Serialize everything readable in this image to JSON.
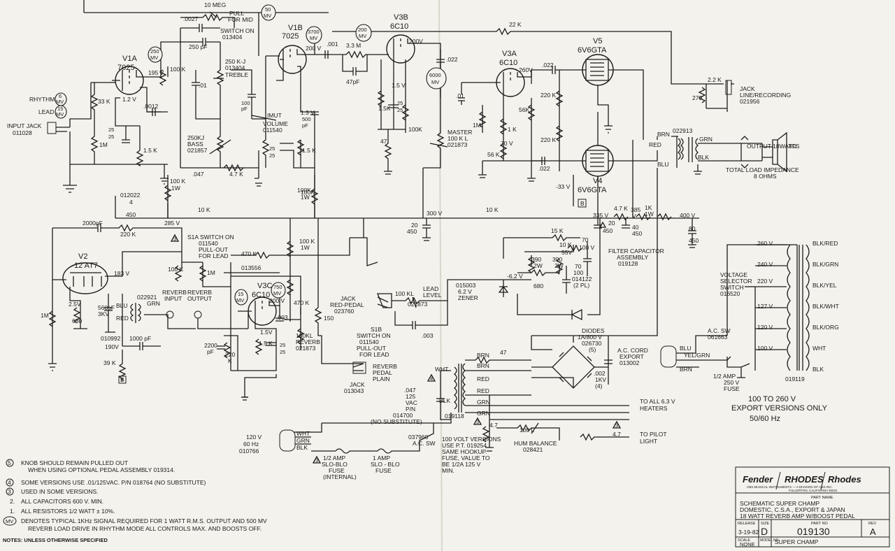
{
  "labels": {
    "input_jack": [
      "INPUT JACK",
      "011028"
    ],
    "rhythm": "RHYTHM",
    "lead": "LEAD",
    "mv_rhythm": [
      "6",
      "MV"
    ],
    "mv_lead": [
      "15",
      "MV"
    ],
    "v1a": [
      "V1A",
      "7025"
    ],
    "v1b": [
      "V1B",
      "7025"
    ],
    "v3b": [
      "V3B",
      "6C10"
    ],
    "v3a": [
      "V3A",
      "6C10"
    ],
    "v3c": [
      "V3C",
      "6C10"
    ],
    "v2": [
      "V2",
      "12 AT7"
    ],
    "v5": [
      "V5",
      "6V6GTA"
    ],
    "v4": [
      "V4",
      "6V6GTA"
    ],
    "mv_250": [
      "250",
      "MV"
    ],
    "mv_50": [
      "50",
      "MV"
    ],
    "mv_3700": [
      "3700",
      "MV"
    ],
    "mv_200": [
      "200",
      "MV"
    ],
    "mv_6000": [
      "6000",
      "MV"
    ],
    "mv_15b": [
      "15",
      "MV"
    ],
    "mv_750": [
      "750",
      "MV"
    ],
    "pot_10meg": "10 MEG",
    "pull_mid": [
      "PULL",
      "FOR MID"
    ],
    "switch_on": [
      "SWITCH ON",
      "013404"
    ],
    "c0027": ".0027",
    "c250pf": "250 pF",
    "treble": [
      "250 K-J",
      "013404",
      "TREBLE"
    ],
    "c01": ".01",
    "c100pf": [
      "100",
      "pF"
    ],
    "bass": [
      "250KJ",
      "BASS",
      "021857"
    ],
    "c047": ".047",
    "r47k": "4.7 K",
    "volume": [
      "IMUT",
      "VOLUME",
      "011540"
    ],
    "c0012": ".0012",
    "r33k": "33 K",
    "r1m": "1M",
    "r15k": "1.5 K",
    "c25": [
      "25",
      "25"
    ],
    "v195": "195 V",
    "v12": "1.2 V",
    "r100k": "100 K",
    "v200": "200 V",
    "c001": ".001",
    "r33m": "3.3 M",
    "c47pf": "47pF",
    "v13": "1.3 V",
    "c500pf": [
      "500",
      "pF"
    ],
    "r100k1w": [
      "100 K",
      "1W"
    ],
    "r100k1w_b": [
      "100K",
      "1W"
    ],
    "r100k1w_c": [
      "100 K",
      "1W"
    ],
    "c022a": ".022",
    "v200b": "200V",
    "v15": "1.5 V",
    "c25b": [
      "25",
      "25"
    ],
    "r15kb": "1.5K",
    "r100kb": "100K",
    "r47": "47",
    "master": [
      "MASTER",
      "100 K L",
      "021873"
    ],
    "r22k": "22 K",
    "v260": "260V",
    "c022b": ".022",
    "c022c": ".022",
    "r220ka": "220 K",
    "r220kb": "220 K",
    "r56k": "56K",
    "r56kb": "56 K",
    "r1k": "1 K",
    "v70": "70 V",
    "r1mb": "1M",
    "c01b": ".01",
    "vneg33": "-33 V",
    "jack_line": [
      "JACK",
      "LINE/RECORDING",
      "021956"
    ],
    "r22kb": "2.2 K",
    "r270": "270",
    "trans_out": "022913",
    "wire_brn": "BRN",
    "wire_red": "RED",
    "wire_blu": "BLU",
    "wire_grn": "GRN",
    "wire_blk": "BLK",
    "output": [
      "OUTPUT 18WATTS",
      "TOTAL LOAD IMPEDANCE",
      "8 OHMS"
    ],
    "ohm8": "8Ω",
    "c012022": [
      "012022",
      "4",
      "450"
    ],
    "v285": "285 V",
    "r10k": "10 K",
    "v300": "300 V",
    "r10kb": "10 K",
    "c20": [
      "20",
      "450"
    ],
    "v335": "335 V",
    "r47kb": "4.7 K",
    "v385": [
      "385",
      "V"
    ],
    "r1k1w": [
      "1K",
      "1W"
    ],
    "v400": "400 V",
    "c80": [
      "80",
      "450"
    ],
    "c20b": [
      "20",
      "450"
    ],
    "c40": [
      "40",
      "450"
    ],
    "filter": [
      "FILTER CAPACITOR",
      "ASSEMBLY",
      "019128"
    ],
    "b_box": "B",
    "c2000pf": "2000pF",
    "r220kc": "220 K",
    "s1a": [
      "S1A SWITCH ON",
      "011540",
      "PULL-OUT",
      "FOR LEAD"
    ],
    "r470k": "470 K",
    "v183": "183 V",
    "c013556": "013556",
    "r100kc": "100 K",
    "reverb_in": [
      "REVERB",
      "INPUT"
    ],
    "reverb_out": [
      "REVERB",
      "OUTPUT"
    ],
    "trans_rev": "022921",
    "wire_grn2": "GRN",
    "wire_blu2": "BLU",
    "wire_red2": "RED",
    "trans_rev2": "010992",
    "v25": "2.5V",
    "r680": "680",
    "c560pf": [
      "560pF",
      "3KV"
    ],
    "v190": "190V",
    "c1000pf": "1000 pF",
    "r39k": "39 K",
    "b_box2": "B",
    "r1mc": "1M",
    "r1md": "1M",
    "c2200pf": [
      "2200",
      "pF"
    ],
    "r220kd": [
      "220",
      "K"
    ],
    "v200c": "200 V",
    "c003a": ".003",
    "v15b": "1.5V",
    "r15kc": "1.5 K",
    "c25c": [
      "25",
      "25"
    ],
    "reverb_pot": [
      "100KL",
      "REVERB",
      "021873"
    ],
    "r470kb": "470 K",
    "r150": "150",
    "reverb_pedal": [
      "REVERB",
      "PEDAL",
      "PLAIN"
    ],
    "jack_013043": [
      "JACK",
      "013043"
    ],
    "jack_red": [
      "JACK",
      "RED-PEDAL",
      "023760"
    ],
    "s1b": [
      "S1B",
      "SWITCH ON",
      "011540",
      "PULL-OUT",
      "FOR LEAD"
    ],
    "lead_level": [
      "100 KL",
      "LEAD",
      "LEVEL",
      "021873"
    ],
    "c003b": ".003",
    "zener": [
      "015003",
      "6.2 V",
      "ZENER"
    ],
    "vneg62": "-6.2 V",
    "r680b": "680",
    "r390a": [
      "390",
      "2W"
    ],
    "r390b": [
      "390",
      "2W"
    ],
    "r15kd": "15 K",
    "r10kc": "10 K",
    "v55": "55V",
    "c70": [
      "70",
      "100 V"
    ],
    "c70b": [
      "70",
      "100",
      "014122",
      "(2 PL)"
    ],
    "diodes": [
      "DIODES",
      "1A/800 V",
      "026730",
      "(5)"
    ],
    "c002": [
      ".002",
      "1KV",
      "(4)"
    ],
    "acc_cord": [
      "A.C. CORD",
      "EXPORT",
      "013002"
    ],
    "wire_blu3": "BLU",
    "wire_yelgrn": "YEL/GRN",
    "wire_brn3": "BRN",
    "ac_sw": [
      "A.C. SW",
      "061663"
    ],
    "fuse_small": [
      "1/2 AMP",
      "250 V",
      "FUSE"
    ],
    "voltage_sel": [
      "VOLTAGE",
      "SELECTOR",
      "SWITCH",
      "016520"
    ],
    "taps": [
      "260 V",
      "240 V",
      "220 V",
      "127 V",
      "120 V",
      "100 V"
    ],
    "tap_colors": [
      "BLK/RED",
      "BLK/GRN",
      "BLK/YEL",
      "BLK/WHT",
      "BLK/ORG",
      "WHT",
      "BLK"
    ],
    "trans_power": "019119",
    "export": [
      "100 TO 260 V",
      "EXPORT VERSIONS ONLY",
      "50/60 Hz"
    ],
    "wire_brn4": "BRN",
    "wire_brn5": "BRN",
    "wire_red4": "RED",
    "wire_red5": "RED",
    "wire_grn4": "GRN",
    "wire_grn5": "GRN",
    "wire_wht": "WHT",
    "wire_blk4": "BLK",
    "r47c": "47",
    "c047b": [
      ".047",
      "125",
      "VAC",
      "P/N",
      "014700",
      "(NO SUBSTITUTE)"
    ],
    "trans_019118": "019118",
    "r47d": "4.7",
    "r100l": "100 L",
    "hum": [
      "HUM BALANCE",
      "028421"
    ],
    "heaters": [
      "TO ALL 6.3 V",
      "HEATERS"
    ],
    "r47e": "4.7",
    "pilot": [
      "TO PILOT",
      "LIGHT"
    ],
    "mains": [
      "120 V",
      "60 Hz",
      "010766"
    ],
    "wire_wht2": "WHT",
    "wire_grn6": "GRN",
    "wire_blk6": "BLK",
    "sw037960": [
      "037960",
      "A.C. SW"
    ],
    "fuse1": [
      "1/2 AMP",
      "SLO-BLO",
      "FUSE",
      "(INTERNAL)"
    ],
    "fuse2": [
      "1 AMP",
      "SLO - BLO",
      "FUSE"
    ],
    "v100": [
      "100 VOLT VERSIONS",
      "USE P.T. 019254",
      "SAME HOOKUP.",
      "FUSE, VALUE TO",
      "BE 1/2A  125 V",
      "MIN."
    ],
    "mark_3": "3",
    "mark_4": "4"
  },
  "notes": [
    {
      "num": "5",
      "text": "KNOB SHOULD REMAIN PULLED OUT"
    },
    {
      "num": "",
      "text": "WHEN USING OPTIONAL PEDAL ASSEMBLY 019314."
    },
    {
      "num": "4",
      "text": "SOME VERSIONS USE .01/125VAC. P/N 018764  (NO SUBSTITUTE)"
    },
    {
      "num": "3",
      "text": "USED IN SOME VERSIONS."
    },
    {
      "num": "2.",
      "text": "ALL CAPACITORS 600 V. MIN."
    },
    {
      "num": "1.",
      "text": "ALL RESISTORS 1/2 WATT ± 10%."
    },
    {
      "num": "MV",
      "text": "DENOTES TYPICAL 1KHz SIGNAL REQUIRED FOR 1 WATT R.M.S. OUTPUT AND 500 MV"
    },
    {
      "num": "",
      "text": "REVERB LOAD DRIVE IN RHYTHM MODE  ALL CONTROLS MAX. AND BOOSTS OFF."
    }
  ],
  "footer_note": "NOTES: UNLESS OTHERWISE SPECIFIED",
  "title_block": {
    "brand1": "Fender",
    "brand2": "RHODES",
    "brand3": "Rhodes",
    "company": [
      "CBS MUSICAL INSTRUMENTS — A DIVISION OF CBS INC.",
      "FULLERTON, CALIFORNIA 92631"
    ],
    "part_name_label": "PART NAME",
    "part_name": [
      "SCHEMATIC  SUPER CHAMP",
      "DOMESTIC, C.S.A., EXPORT & JAPAN",
      "18 WATT REVERB AMP W/BOOST PEDAL"
    ],
    "release_label": "RELEASE",
    "release": "3-19-82",
    "size_label": "SIZE",
    "size": "D",
    "part_no_label": "PART NO",
    "part_no": "019130",
    "rev_label": "REV",
    "rev": "A",
    "scale_label": "SCALE",
    "scale": "NONE",
    "model_label": "MODEL NO",
    "model": "SUPER CHAMP"
  }
}
